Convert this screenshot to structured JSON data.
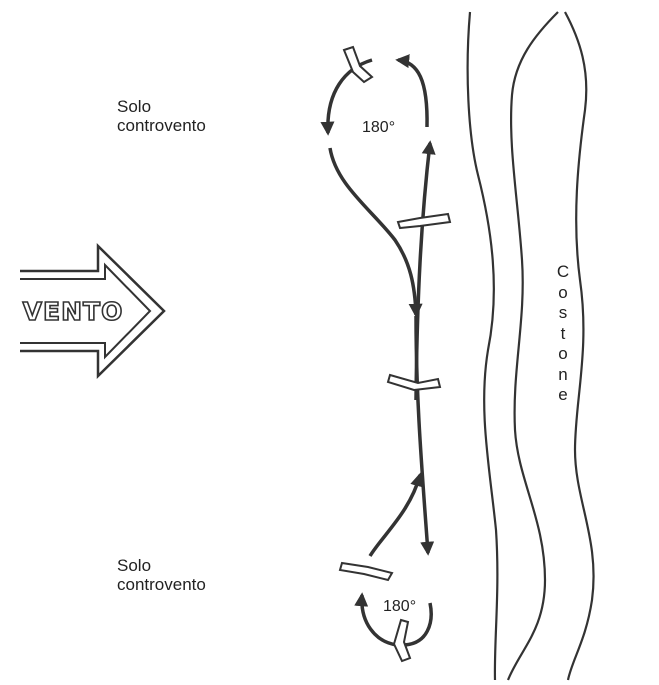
{
  "labels": {
    "top_left": [
      "Solo",
      "controvento"
    ],
    "bottom_left": [
      "Solo",
      "controvento"
    ],
    "wind": "VENTO",
    "ridge": "Costone",
    "turn_top": "180°",
    "turn_bottom": "180°"
  },
  "colors": {
    "stroke": "#333333",
    "text": "#222222",
    "background": "#ffffff"
  }
}
